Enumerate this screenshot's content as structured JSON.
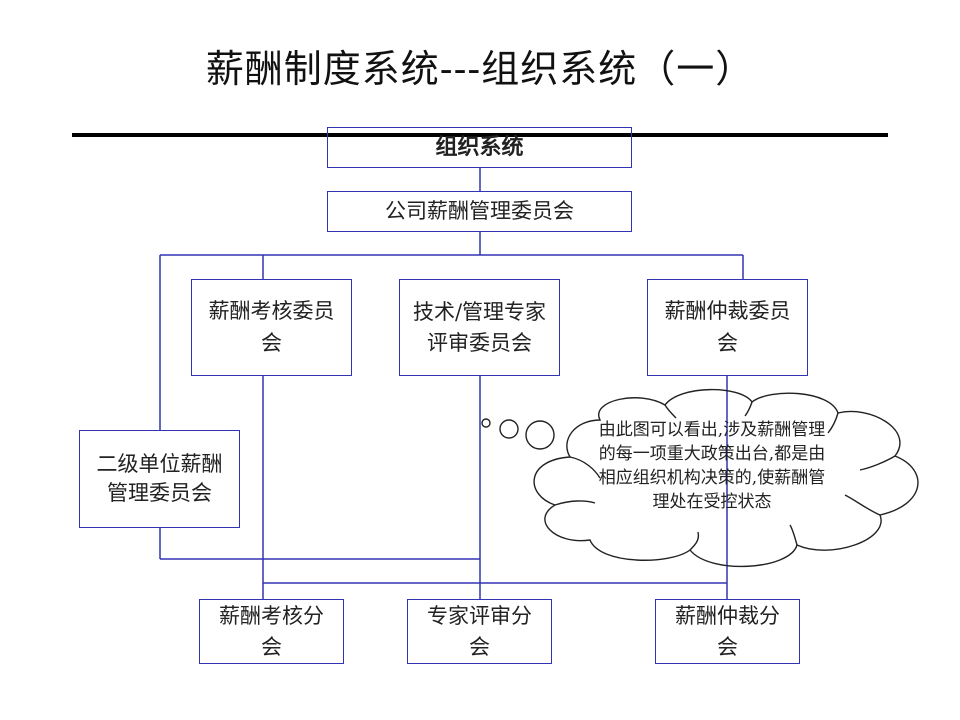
{
  "title": "薪酬制度系统---组织系统（一）",
  "diagram": {
    "root": "组织系统",
    "company_committee": "公司薪酬管理委员会",
    "committees": {
      "assessment": "薪酬考核委员会",
      "expert_review": "技术/管理专家评审委员会",
      "arbitration": "薪酬仲裁委员会"
    },
    "secondary_unit": "二级单位薪酬管理委员会",
    "subcommittees": {
      "assessment": "薪酬考核分会",
      "expert_review": "专家评审分会",
      "arbitration": "薪酬仲裁分会"
    },
    "callout": "由此图可以看出,涉及薪酬管理的每一项重大政策出台,都是由相应组织机构决策的,使薪酬管理处在受控状态"
  },
  "colors": {
    "connector": "#3333b3",
    "box_border": "#3333b3",
    "rule": "#000000",
    "cloud_outline": "#222222"
  }
}
